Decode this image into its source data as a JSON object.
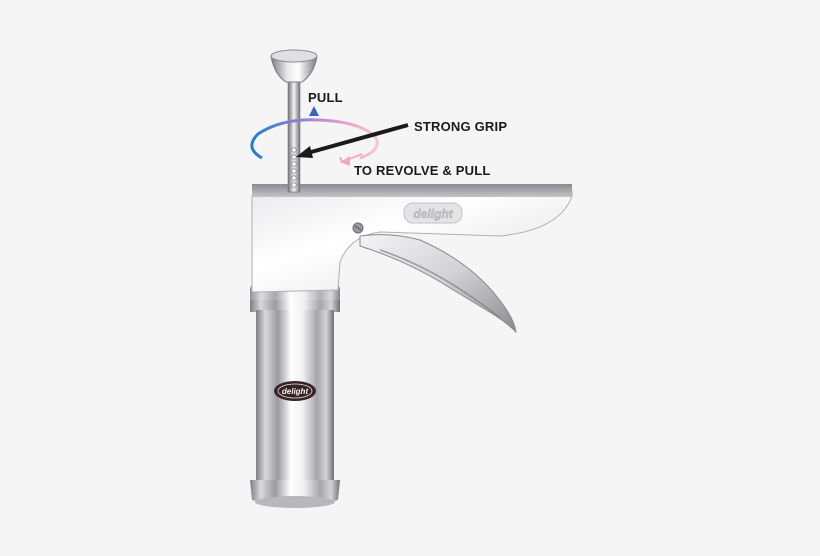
{
  "image": {
    "background": "#f5f5f5",
    "subject": "Stainless steel kitchen press / murukku maker with trigger handle"
  },
  "annotations": {
    "pull": "PULL",
    "strong_grip": "STRONG GRIP",
    "revolve_pull": "TO REVOLVE & PULL"
  },
  "brand": {
    "handle_logo": "delight",
    "barrel_logo": "delight"
  },
  "colors": {
    "arrow_blue": "#3a5fc8",
    "arrow_pink": "#f0a8c8",
    "ring_blue": "#1f7fd0",
    "ring_purple": "#9a7fd0",
    "logo_badge": "#3a2222",
    "steel_light": "#f2f2f2",
    "steel_dark": "#8a8a90"
  }
}
